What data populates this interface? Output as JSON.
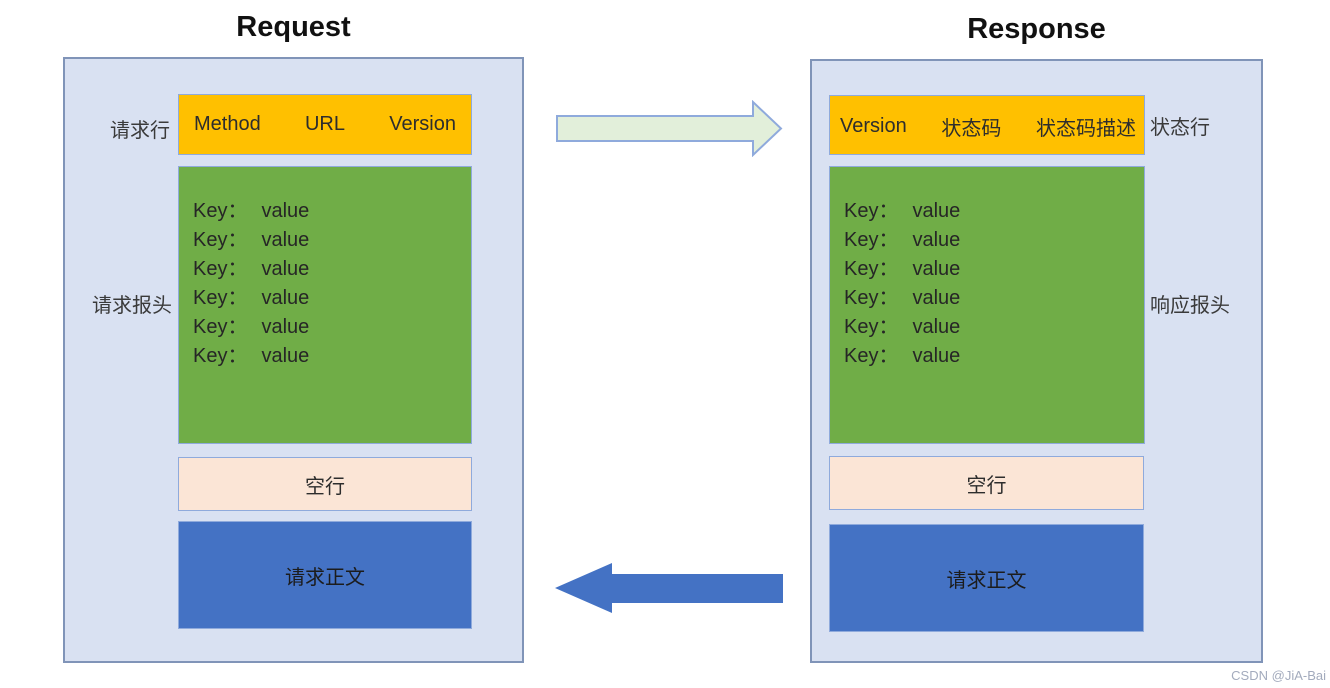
{
  "watermark": "CSDN @JiA-Bai",
  "colors": {
    "panel_bg": "#d9e1f2",
    "line_box_bg": "#ffc000",
    "headers_box_bg": "#70ad47",
    "blank_box_bg": "#fbe5d6",
    "body_box_bg": "#4472c4",
    "request_arrow_fill": "#e2efda",
    "request_arrow_stroke": "#8faadc",
    "response_arrow_fill": "#4472c4"
  },
  "request": {
    "title": "Request",
    "line_label": "请求行",
    "line_parts": {
      "method": "Method",
      "url": "URL",
      "version": "Version"
    },
    "headers_label": "请求报头",
    "header_lines": [
      {
        "k": "Key：",
        "v": "value"
      },
      {
        "k": "Key：",
        "v": "value"
      },
      {
        "k": "Key：",
        "v": "value"
      },
      {
        "k": "Key：",
        "v": "value"
      },
      {
        "k": "Key：",
        "v": "value"
      },
      {
        "k": "Key：",
        "v": "value"
      }
    ],
    "blank_line_label": "空行",
    "body_label": "请求正文"
  },
  "response": {
    "title": "Response",
    "status_label": "状态行",
    "status_parts": {
      "version": "Version",
      "code": "状态码",
      "desc": "状态码描述"
    },
    "headers_label": "响应报头",
    "header_lines": [
      {
        "k": "Key：",
        "v": "value"
      },
      {
        "k": "Key：",
        "v": "value"
      },
      {
        "k": "Key：",
        "v": "value"
      },
      {
        "k": "Key：",
        "v": "value"
      },
      {
        "k": "Key：",
        "v": "value"
      },
      {
        "k": "Key：",
        "v": "value"
      }
    ],
    "blank_line_label": "空行",
    "body_label": "请求正文"
  }
}
